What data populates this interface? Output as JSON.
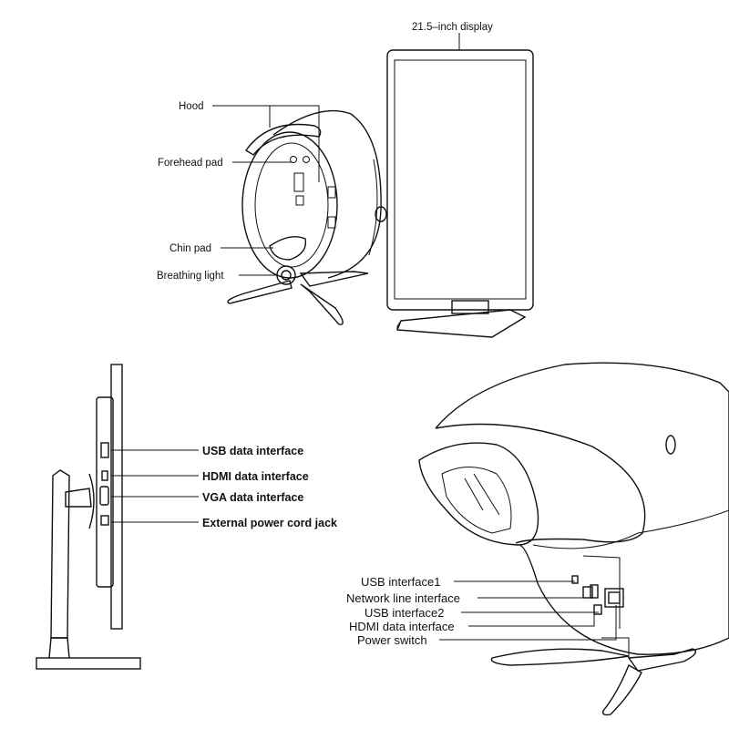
{
  "top_diagram": {
    "display_label": "21.5–inch display",
    "hood_label": "Hood",
    "forehead_pad_label": "Forehead pad",
    "chin_pad_label": "Chin pad",
    "breathing_light_label": "Breathing light"
  },
  "monitor_side_diagram": {
    "usb_label": "USB data interface",
    "hdmi_label": "HDMI data interface",
    "vga_label": "VGA data interface",
    "power_jack_label": "External power cord jack"
  },
  "device_back_diagram": {
    "usb1_label": "USB interface1",
    "network_label": "Network line interface",
    "usb2_label": "USB interface2",
    "hdmi_label": "HDMI data interface",
    "power_switch_label": "Power switch"
  }
}
